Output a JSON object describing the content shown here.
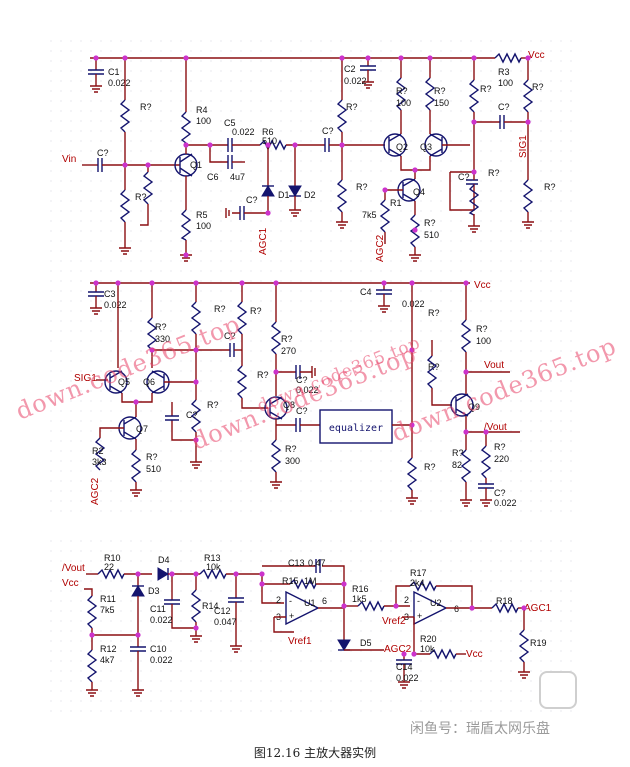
{
  "figure": {
    "caption": "图12.16  主放大器实例"
  },
  "watermarks": {
    "site_1": "down.code365.top",
    "site_2": "down.code365.top",
    "site_3": "down.code365.top",
    "site_4": "down.code365.top",
    "wechat": "闲鱼号：瑞盾太网乐盘"
  },
  "upper": {
    "input": "Vin",
    "supply": "Vcc",
    "c1": [
      "C1",
      "0.022"
    ],
    "c2": [
      "C2",
      "0.022"
    ],
    "r3": [
      "R3",
      "100"
    ],
    "r4": [
      "R4",
      "100"
    ],
    "r5": [
      "R5",
      "100"
    ],
    "c5": [
      "C5",
      "0.022"
    ],
    "c6": [
      "C6",
      "4u7"
    ],
    "r6": [
      "R6",
      "510"
    ],
    "d1": "D1",
    "d2": "D2",
    "q1": "Q1",
    "q2": "Q2",
    "q3": "Q3",
    "q4": "Q4",
    "r1": [
      "R1",
      "7k5"
    ],
    "r100": "100",
    "r150": "150",
    "r510": "510",
    "unk_r": "R?",
    "unk_c": "C?",
    "agc1": "AGC1",
    "agc2": "AGC2",
    "sig1": "SIG1"
  },
  "middle": {
    "supply": "Vcc",
    "sig1": "SIG1",
    "agc2": "AGC2",
    "c3": [
      "C3",
      "0.022"
    ],
    "c4": [
      "C4",
      "0.022"
    ],
    "r330": "330",
    "r270": "270",
    "r100": "100",
    "r300": "300",
    "r510": "510",
    "r82": "82",
    "r220": "220",
    "c_022": "0.022",
    "c_022b": "0.022",
    "r2": [
      "R2",
      "3k3"
    ],
    "q5": "Q5",
    "q6": "Q6",
    "q7": "Q7",
    "q8": "Q8",
    "q9": "Q9",
    "block": "equalizer",
    "vout": "Vout",
    "nvout": "/Vout",
    "unk_r": "R?",
    "unk_c": "C?"
  },
  "lower": {
    "nvout": "/Vout",
    "supply": "Vcc",
    "r10": [
      "R10",
      "22"
    ],
    "d4": "D4",
    "d3": "D3",
    "d5": "D5",
    "r13": [
      "R13",
      "10k"
    ],
    "c13": [
      "C13",
      "0.47"
    ],
    "r15": [
      "R15",
      "1M"
    ],
    "r16": [
      "R16",
      "1k5"
    ],
    "r17": [
      "R17",
      "2k4"
    ],
    "r11": [
      "R11",
      "7k5"
    ],
    "r12": [
      "R12",
      "4k7"
    ],
    "c11": [
      "C11",
      "0.022"
    ],
    "c10": [
      "C10",
      "0.022"
    ],
    "r14": "R14",
    "c12": [
      "C12",
      "0.047"
    ],
    "u1": "U1",
    "u2": "U2",
    "vref1": "Vref1",
    "vref2": "Vref2",
    "r18": "R18",
    "r19": "R19",
    "agc1": "AGC1",
    "agc2": "AGC2",
    "c14": [
      "C14",
      "0.022"
    ],
    "r20": [
      "R20",
      "10k"
    ],
    "pin2": "2",
    "pin3": "3",
    "pin6": "6",
    "plus": "+",
    "minus": "-"
  }
}
